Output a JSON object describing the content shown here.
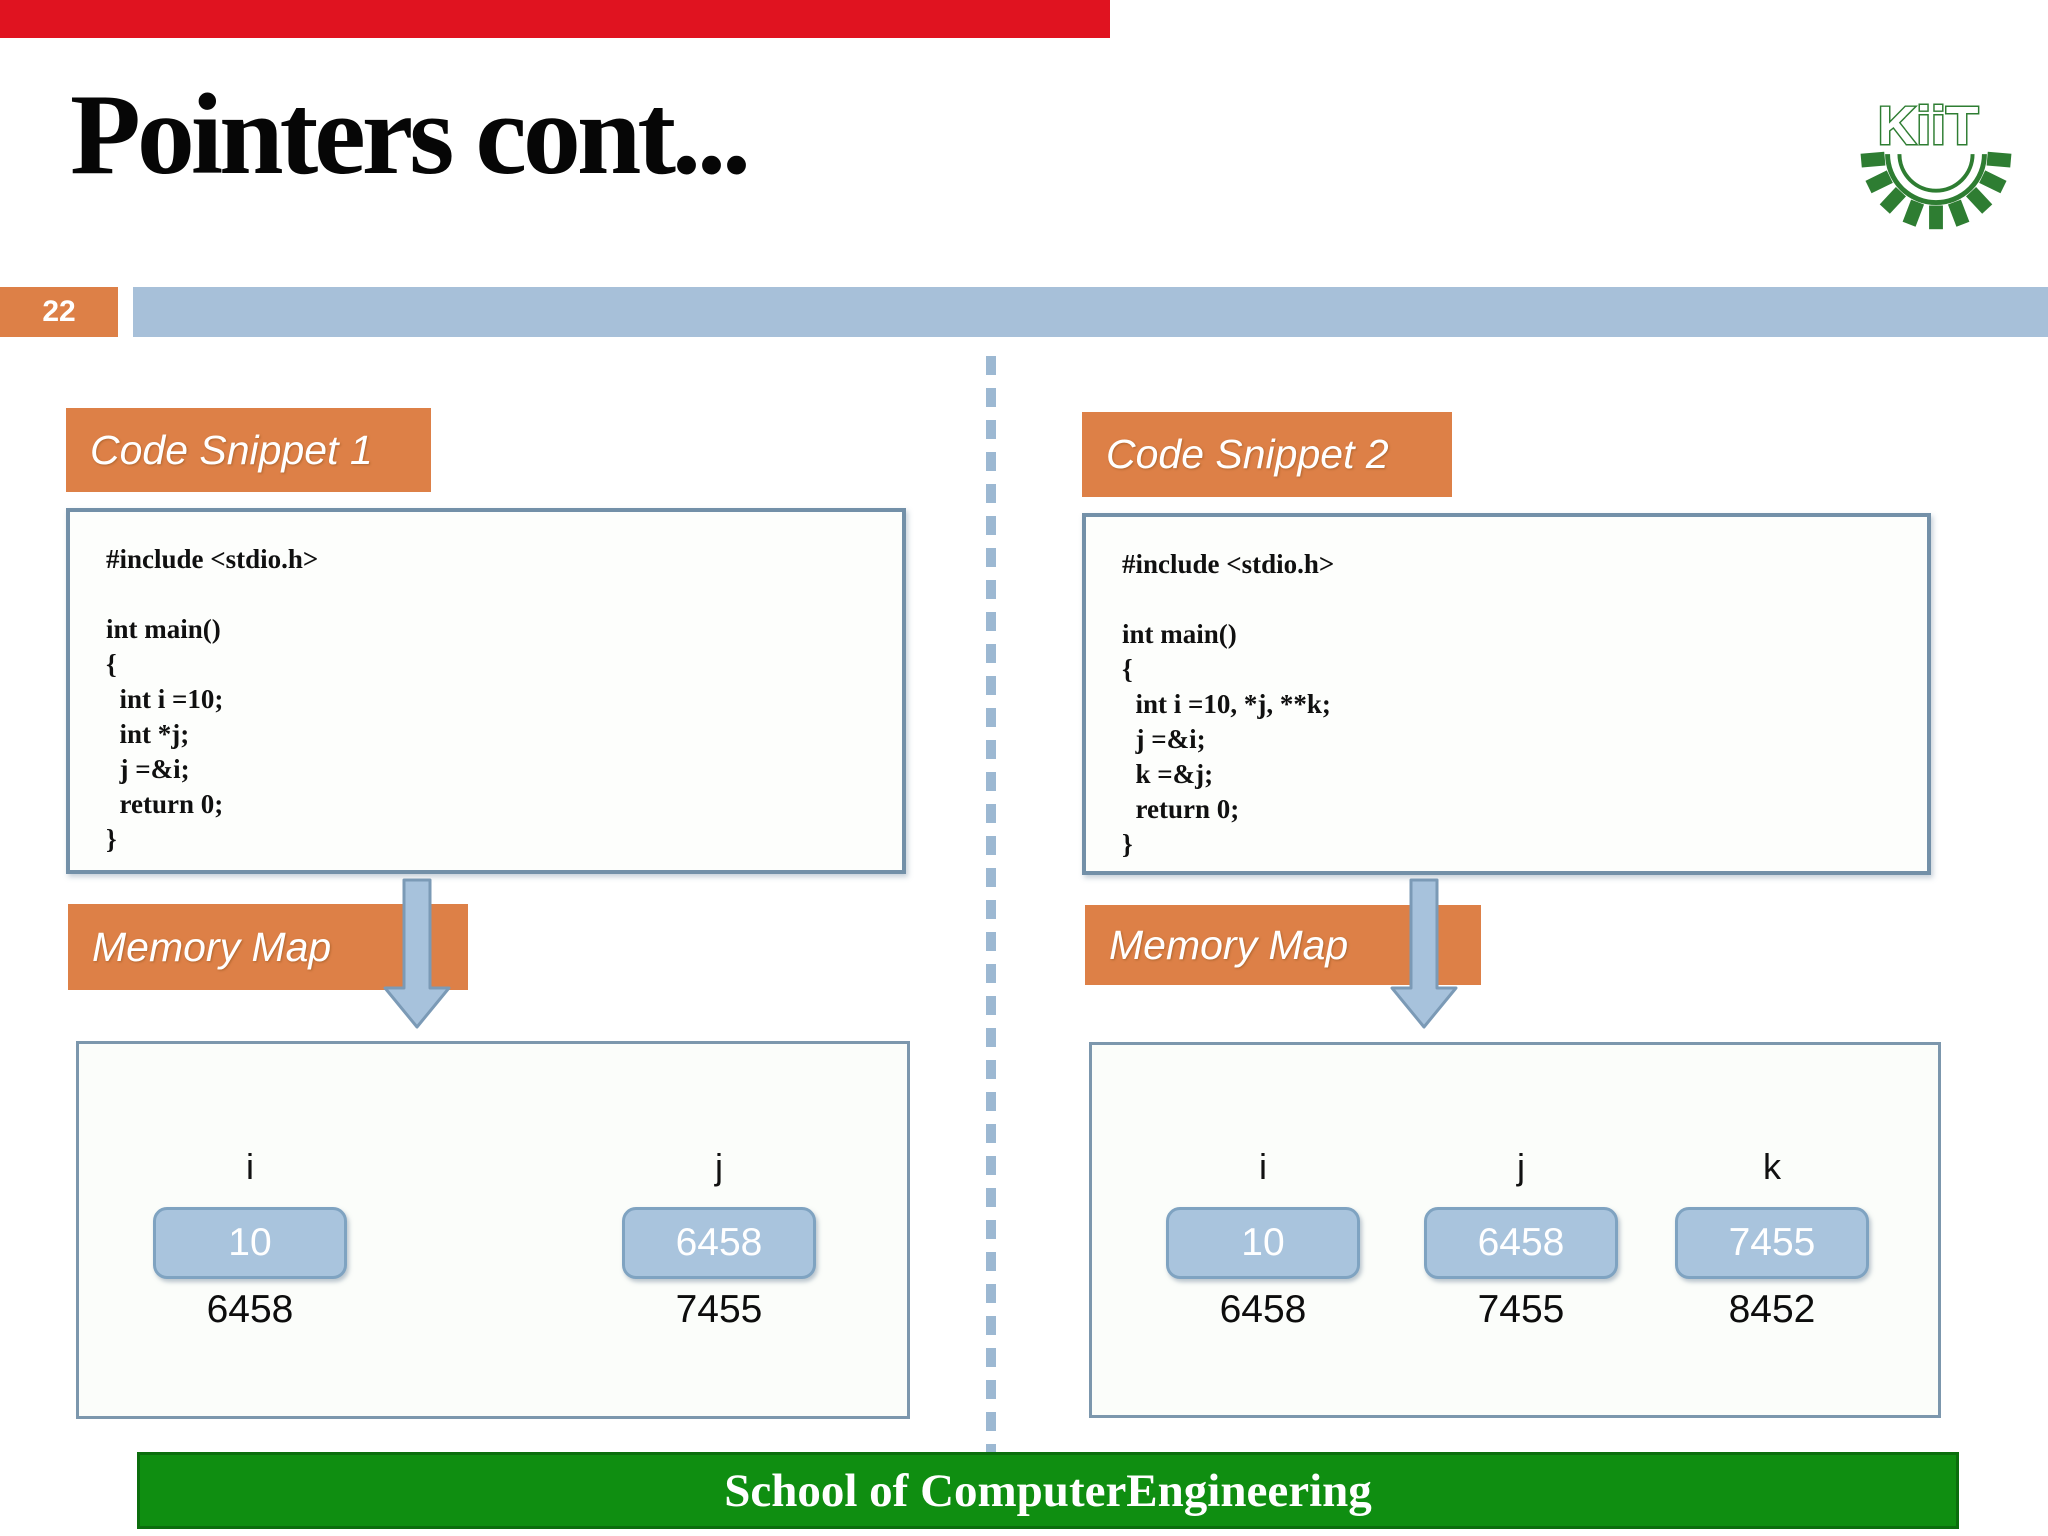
{
  "slide": {
    "title": "Pointers cont...",
    "page_number": "22",
    "footer_text": "School of ComputerEngineering",
    "logo": {
      "text": "KiiT"
    }
  },
  "colors": {
    "top_bar_red": "#e01320",
    "accent_orange": "#dd8047",
    "band_blue": "#a7c0d9",
    "cell_blue": "#a9c4dd",
    "box_border_blue": "#7390a8",
    "footer_green": "#0f8e11",
    "logo_green": "#2e7d32"
  },
  "left_panel": {
    "code_header": "Code Snippet 1",
    "memory_header": "Memory Map",
    "code_lines": [
      "#include <stdio.h>",
      "",
      "int main()",
      "{",
      "  int i =10;",
      "  int *j;",
      "  j =&i;",
      "  return 0;",
      "}"
    ],
    "cells": [
      {
        "label": "i",
        "value": "10",
        "address": "6458"
      },
      {
        "label": "j",
        "value": "6458",
        "address": "7455"
      }
    ]
  },
  "right_panel": {
    "code_header": "Code Snippet 2",
    "memory_header": "Memory Map",
    "code_lines": [
      "#include <stdio.h>",
      "",
      "int main()",
      "{",
      "  int i =10, *j, **k;",
      "  j =&i;",
      "  k =&j;",
      "  return 0;",
      "}"
    ],
    "cells": [
      {
        "label": "i",
        "value": "10",
        "address": "6458"
      },
      {
        "label": "j",
        "value": "6458",
        "address": "7455"
      },
      {
        "label": "k",
        "value": "7455",
        "address": "8452"
      }
    ]
  }
}
